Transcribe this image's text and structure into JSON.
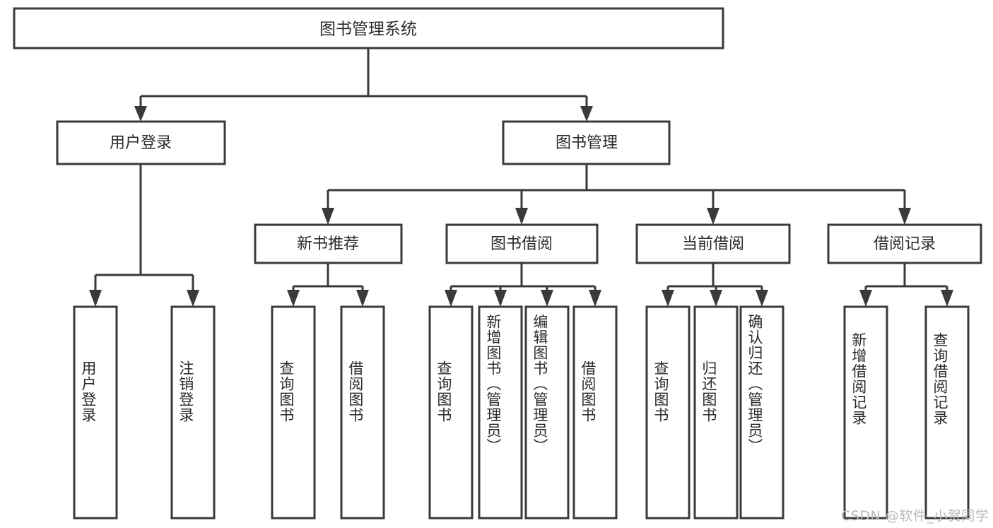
{
  "diagram": {
    "type": "tree",
    "title": "图书管理系统",
    "watermark": "CSDN @软件_小贺同学",
    "colors": {
      "stroke": "#3a3a3a",
      "fill": "#ffffff",
      "text": "#2b2b2b",
      "watermark": "#b9b9b9",
      "background": "#ffffff"
    },
    "root": {
      "label": "图书管理系统"
    },
    "level2": [
      {
        "label": "用户登录"
      },
      {
        "label": "图书管理"
      }
    ],
    "level3": [
      {
        "label": "新书推荐"
      },
      {
        "label": "图书借阅"
      },
      {
        "label": "当前借阅"
      },
      {
        "label": "借阅记录"
      }
    ],
    "leaves": {
      "user_login": [
        {
          "label": "用户登录"
        },
        {
          "label": "注销登录"
        }
      ],
      "new_book": [
        {
          "label": "查询图书"
        },
        {
          "label": "借阅图书"
        }
      ],
      "book_borrow": [
        {
          "label": "查询图书"
        },
        {
          "label": "新增图书（管理员）"
        },
        {
          "label": "编辑图书（管理员）"
        },
        {
          "label": "借阅图书"
        }
      ],
      "current_borrow": [
        {
          "label": "查询图书"
        },
        {
          "label": "归还图书"
        },
        {
          "label": "确认归还（管理员）"
        }
      ],
      "borrow_record": [
        {
          "label": "新增借阅记录"
        },
        {
          "label": "查询借阅记录"
        }
      ]
    }
  }
}
